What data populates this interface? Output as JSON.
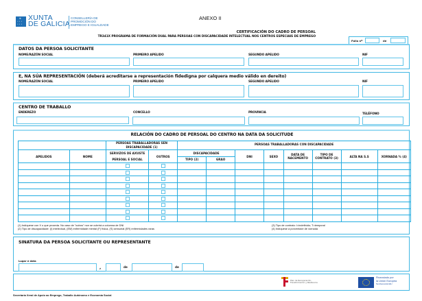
{
  "header": {
    "logo_line1": "XUNTA",
    "logo_line2": "DE GALICIA",
    "conselleria_lines": [
      "CONSELLERÍA DE",
      "PROMOCIÓN DO",
      "EMPREGO E IGUALDADE"
    ],
    "annex": "ANEXO II",
    "title": "CERTIFICACIÓN DO CADRO DE PERSOAL",
    "subtitle": "TR341X PROGRAMA DE FORMACIÓN DUAL PARA PERSOAS CON DISCAPACIDADE INTELECTUAL NOS CENTROS ESPECIAIS DE EMPREGO",
    "folla_label": "Folla nº",
    "folla_de": "de",
    "folla_value": "",
    "folla_total": ""
  },
  "solicitante": {
    "title": "DATOS DA PERSOA SOLICITANTE",
    "fields": [
      {
        "label": "NOME/RAZÓN SOCIAL",
        "value": ""
      },
      {
        "label": "PRIMEIRO APELIDO",
        "value": ""
      },
      {
        "label": "SEGUNDO APELIDO",
        "value": ""
      },
      {
        "label": "NIF",
        "value": ""
      }
    ]
  },
  "representacion": {
    "title": "E, NA SÚA REPRESENTACIÓN (deberá acreditarse a representación fidedigna por calquera medio válido en dereito)",
    "fields": [
      {
        "label": "NOME/RAZÓN SOCIAL",
        "value": ""
      },
      {
        "label": "PRIMEIRO APELIDO",
        "value": ""
      },
      {
        "label": "SEGUNDO APELIDO",
        "value": ""
      },
      {
        "label": "NIF",
        "value": ""
      }
    ]
  },
  "centro": {
    "title": "CENTRO DE TRABALLO",
    "fields": [
      {
        "label": "ENDEREZO",
        "value": ""
      },
      {
        "label": "CONCELLO",
        "value": ""
      },
      {
        "label": "PROVINCIA",
        "value": ""
      },
      {
        "label": "TELÉFONO",
        "value": ""
      }
    ]
  },
  "relacion": {
    "title": "RELACIÓN DO CADRO DE PERSOAL DO CENTRO NA DATA DA SOLICITUDE",
    "group_sen": "PERSOAS TRABALLADORAS SEN DISCAPACIDADE (1)",
    "group_con": "PERSOAS TRABALLADORAS CON DISCAPACIDADE",
    "columns": {
      "apelidos": "APELIDOS",
      "nome": "NOME",
      "servizos": "SERVIZOS DE AXUSTE PERSOAL E SOCIAL",
      "outros": "OUTROS",
      "discapacidade": "DISCAPACIDADE",
      "tipo": "TIPO (2)",
      "grao": "GRAO",
      "dni": "DNI",
      "sexo": "SEXO",
      "data_nacemento": "DATA DE NACEMENTO",
      "tipo_contrato": "TIPO DE CONTRATO (3)",
      "alta_ss": "ALTA NA S.S",
      "xornada": "XORNADA % (4)"
    },
    "row_count": 9,
    "notes_left": [
      "(1) Indíquese con X o que proceda. No caso de \"outros\" non se cubrirá a columna de DNI",
      "(2) Tipo de discapacidade: (I) intelectual, (EM) enfermidade mental (F) física, (S) sensorial (ER) enfermidades raras"
    ],
    "notes_right": [
      "(3) Tipo de contrato: I=indefinido; T=temporal",
      "(4) Indíquese a porcentaxe de xornada"
    ]
  },
  "sinatura": {
    "title": "SINATURA DA PERSOA SOLICITANTE OU REPRESENTANTE",
    "lugar_label": "Lugar e data",
    "comma": ",",
    "de1": "de",
    "de2": "de",
    "lugar": "",
    "dia": "",
    "mes": "",
    "ano": ""
  },
  "footer": {
    "plan_line1": "Plan de Recuperación,",
    "plan_line2": "Transformación y Resiliencia",
    "eu_line1": "Financiado por",
    "eu_line2": "la Unión Europea",
    "eu_line3": "NextGenerationEU",
    "secretaria": "Secretaría Xeral de Apoio ao Emprego, Traballo Autónomo e Economía Social"
  }
}
